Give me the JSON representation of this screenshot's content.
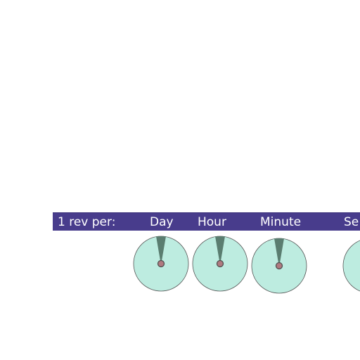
{
  "header": {
    "prefix": "1 rev per:",
    "units": [
      "Day",
      "Hour",
      "Minute",
      "Se"
    ]
  },
  "dials": [
    {
      "unit": "Day",
      "rotation_deg": 0
    },
    {
      "unit": "Hour",
      "rotation_deg": 0
    },
    {
      "unit": "Minute",
      "rotation_deg": 0
    },
    {
      "unit": "Second",
      "rotation_deg": 0
    }
  ],
  "colors": {
    "header_bg": "#483c8c",
    "header_text": "#ffffff",
    "dial_face": "#bdece0",
    "dial_stroke": "#555555",
    "hand": "#5a7d70",
    "hub_fill": "#b07a80",
    "hub_stroke": "#505050"
  }
}
